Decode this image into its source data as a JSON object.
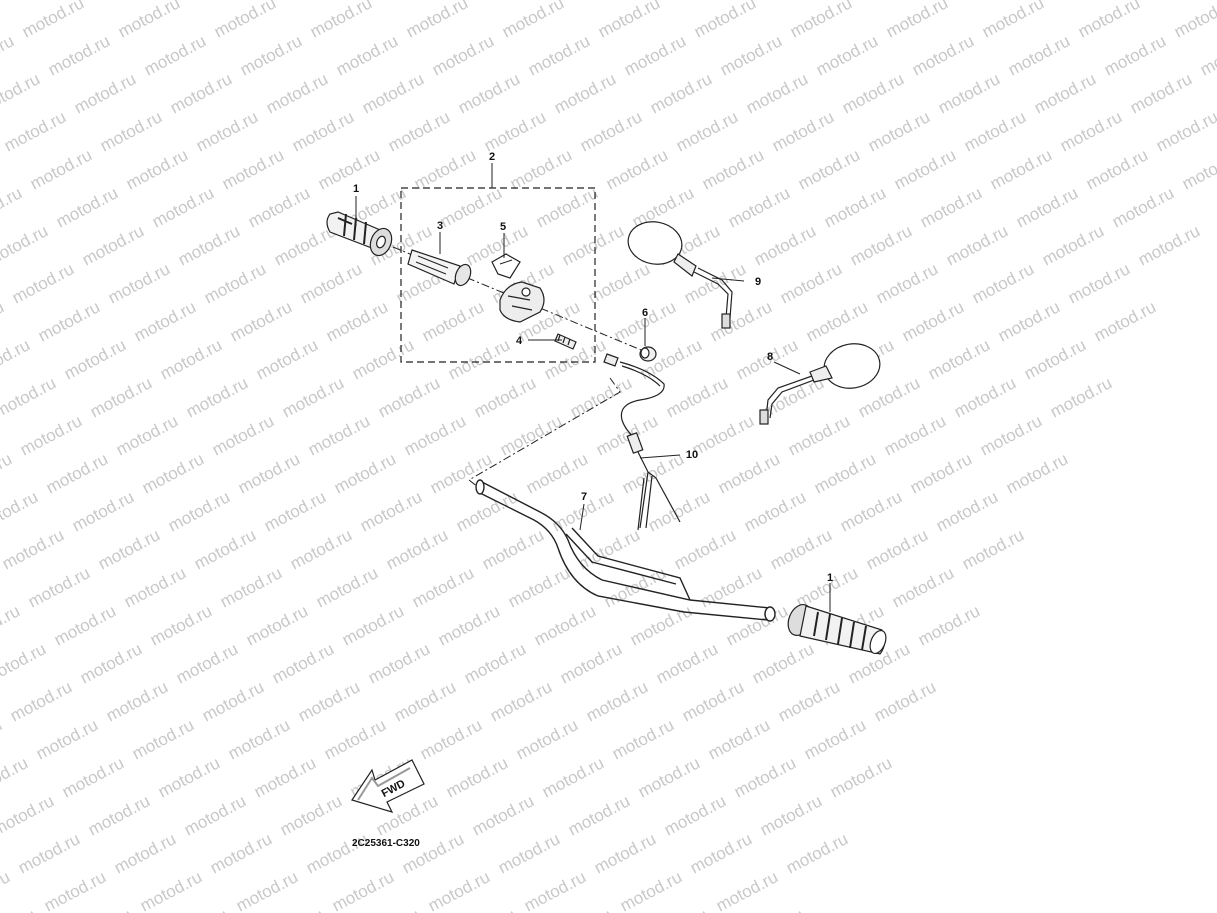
{
  "watermark": {
    "text": "motod.ru"
  },
  "callouts": [
    "1",
    "2",
    "3",
    "4",
    "5",
    "6",
    "7",
    "8",
    "9",
    "10",
    "1"
  ],
  "fwd_label": "FWD",
  "drawing_code": "2C25361-C320",
  "colors": {
    "line": "#222222",
    "watermark": "#c8c8c8",
    "background": "#ffffff"
  }
}
